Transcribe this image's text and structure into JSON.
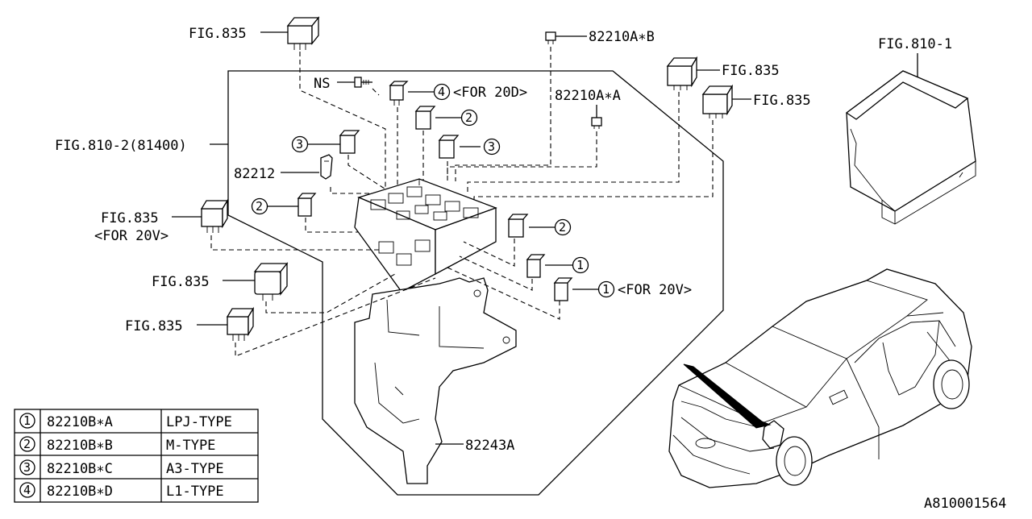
{
  "callouts": {
    "fig835_top": "FIG.835",
    "ref_82210aB": "82210A∗B",
    "ns": "NS",
    "for20d": "<FOR 20D>",
    "ref_82210aA": "82210A∗A",
    "fig835_right1": "FIG.835",
    "fig835_right2": "FIG.835",
    "fig810_1": "FIG.810-1",
    "fig810_2": "FIG.810-2(81400)",
    "ref_82212": "82212",
    "fig835_left1": "FIG.835",
    "for20v_left": "<FOR 20V>",
    "fig835_left2": "FIG.835",
    "fig835_left3": "FIG.835",
    "for20v_right": "<FOR 20V>",
    "ref_82243a": "82243A"
  },
  "circle_marks": {
    "m4": "4",
    "m2a": "2",
    "m3a": "3",
    "m3b": "3",
    "m2b": "2",
    "m2c": "2",
    "m1a": "1",
    "m1b": "1"
  },
  "legend": {
    "rows": [
      {
        "mark": "1",
        "part": "82210B∗A",
        "type": "LPJ-TYPE"
      },
      {
        "mark": "2",
        "part": "82210B∗B",
        "type": "M-TYPE"
      },
      {
        "mark": "3",
        "part": "82210B∗C",
        "type": "A3-TYPE"
      },
      {
        "mark": "4",
        "part": "82210B∗D",
        "type": "L1-TYPE"
      }
    ]
  },
  "diagram_id": "A810001564",
  "icons": {
    "relay": "relay-icon",
    "fuse": "fuse-icon",
    "bolt": "bolt-icon",
    "cover": "fuse-box-cover",
    "vehicle": "vehicle-illustration"
  }
}
